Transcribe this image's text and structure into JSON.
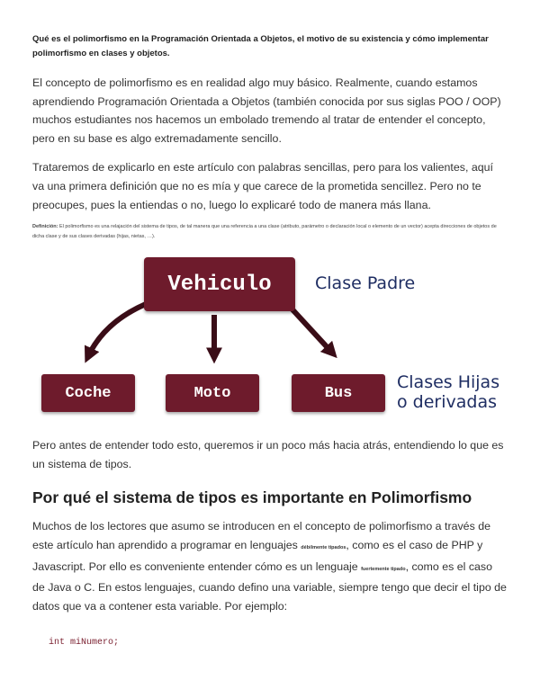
{
  "header": {
    "title": "Qué es el polimorfismo en la Programación Orientada a Objetos, el motivo de su existencia y cómo implementar polimorfismo en clases y objetos."
  },
  "intro": {
    "p1": "El concepto de polimorfismo es en realidad algo muy básico. Realmente, cuando estamos aprendiendo Programación Orientada a Objetos (también conocida por sus siglas POO / OOP) muchos estudiantes nos hacemos un embolado tremendo al tratar de entender el concepto, pero en su base es algo extremadamente sencillo.",
    "p2": "Trataremos de explicarlo en este artículo con palabras sencillas, pero para los valientes, aquí va una primera definición que no es mía y que carece de la prometida sencillez. Pero no te preocupes, pues la entiendas o no, luego lo explicaré todo de manera más llana."
  },
  "definition": {
    "label": "Definición:",
    "text": " El polimorfismo es una relajación del sistema de tipos, de tal manera que una referencia a una clase (atributo, parámetro o declaración local o elemento de un vector) acepta direcciones de objetos de dicha clase y de sus clases derivadas (hijas, nietas, …)."
  },
  "diagram": {
    "parent": "Vehiculo",
    "parent_label": "Clase Padre",
    "children": [
      "Coche",
      "Moto",
      "Bus"
    ],
    "children_label_1": "Clases Hijas",
    "children_label_2": "o derivadas",
    "box_color": "#6e1b2c",
    "label_color": "#1f2e63"
  },
  "body": {
    "p3": "Pero antes de entender todo esto, queremos ir un poco más hacia atrás, entendiendo lo que es un sistema de tipos.",
    "heading": "Por qué el sistema de tipos es importante en Polimorfismo",
    "p4_a": "Muchos de los lectores que asumo se introducen en el concepto de polimorfismo a través de este artículo han aprendido a programar en lenguajes ",
    "p4_tiny1": "débilmente tipados",
    "p4_b": ", como es el caso de PHP y Javascript. Por ello es conveniente entender cómo es un lenguaje ",
    "p4_tiny2": "fuertemente tipado",
    "p4_c": ", como es el caso de Java o C. En estos lenguajes, cuando defino una variable, siempre tengo que decir el tipo de datos que va a contener esta variable. Por ejemplo:",
    "code": "int miNumero;"
  }
}
